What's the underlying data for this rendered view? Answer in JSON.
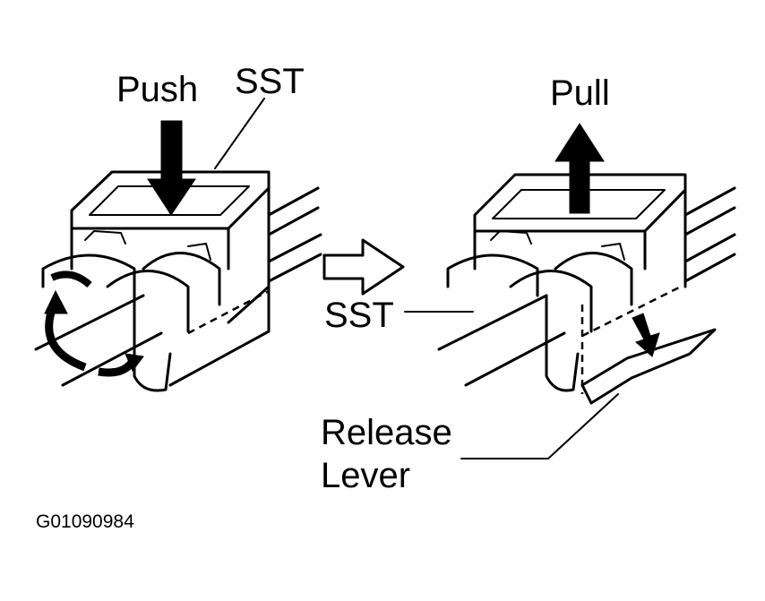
{
  "labels": {
    "push": "Push",
    "sst_top": "SST",
    "pull": "Pull",
    "sst_middle": "SST",
    "release_line1": "Release",
    "release_line2": "Lever"
  },
  "figure_code": "G01090984"
}
